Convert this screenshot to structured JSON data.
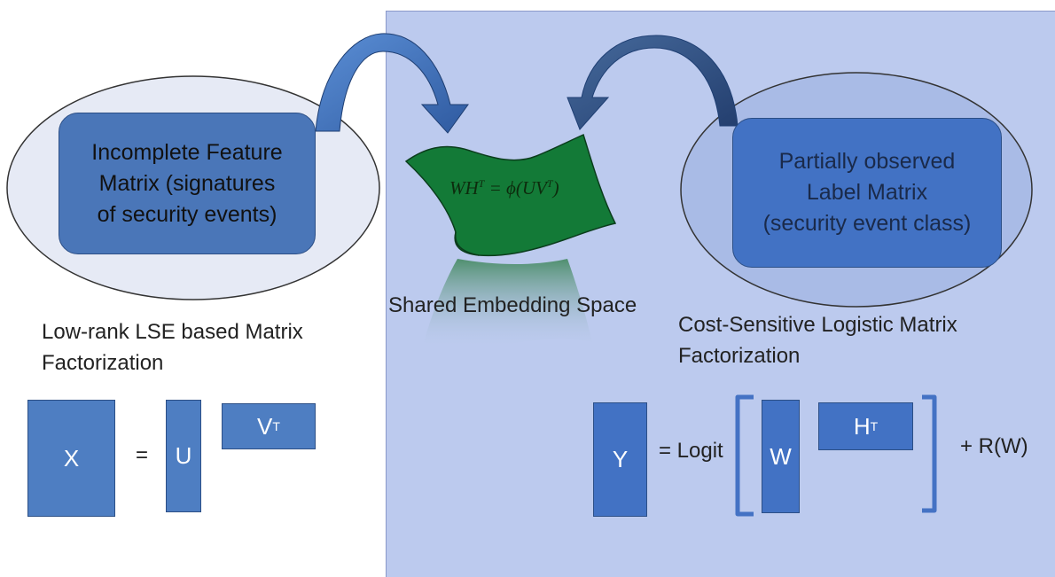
{
  "diagram": {
    "left": {
      "box_text": [
        "Incomplete Feature",
        "Matrix (signatures",
        "of security events)"
      ],
      "title_lines": [
        "Low-rank LSE based Matrix",
        "Factorization"
      ],
      "matrix_x": "X",
      "equals": "=",
      "matrix_u": "U",
      "matrix_vt": "V",
      "matrix_vt_sup": "T"
    },
    "center": {
      "formula_lhs": "WH",
      "formula_lhs_sup": "T",
      "formula_eq": " = ϕ(UV",
      "formula_rhs_sup": "T",
      "formula_close": ")",
      "caption": "Shared Embedding Space"
    },
    "right": {
      "box_text": [
        "Partially observed",
        "Label Matrix",
        "(security event class)"
      ],
      "title_lines": [
        "Cost-Sensitive Logistic Matrix",
        "Factorization"
      ],
      "matrix_y": "Y",
      "equals_logit": "= Logit",
      "matrix_w": "W",
      "matrix_ht": "H",
      "matrix_ht_sup": "T",
      "regularizer": "+ R(W)"
    }
  },
  "colors": {
    "panel_bg": "#bccaee",
    "box_blue": "#4a76b8",
    "box_blue_right": "#4272c4",
    "matrix_blue": "#4e7ec2",
    "arrow_blue": "#3a67b0",
    "surface_green": "#137a37"
  }
}
